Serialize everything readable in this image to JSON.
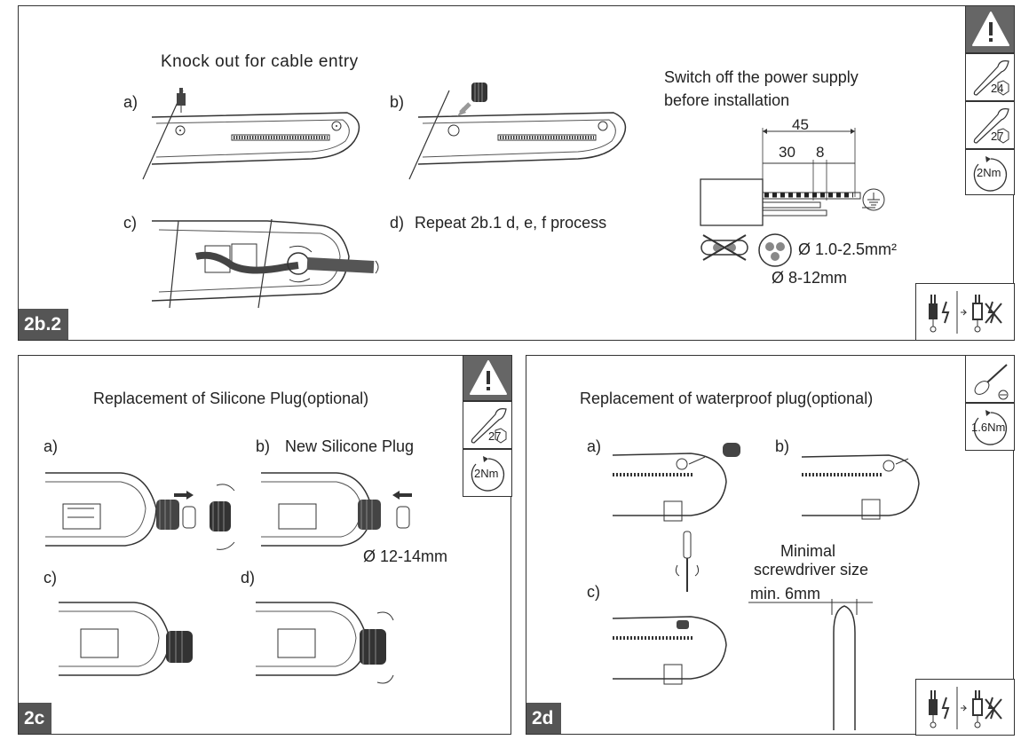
{
  "panels": {
    "p1": {
      "tag": "2b.2",
      "title": "Knock out for cable entry",
      "label_a": "a)",
      "label_b": "b)",
      "label_c": "c)",
      "label_d": "d)",
      "step_d": "Repeat 2b.1 d, e, f process",
      "warning_line1": "Switch off the power supply",
      "warning_line2": "before installation",
      "dim_total": "45",
      "dim_a": "30",
      "dim_b": "8",
      "wire_section": "Ø 1.0-2.5mm²",
      "cable_diameter": "Ø 8-12mm",
      "wrench1": "24",
      "wrench2": "27",
      "torque": "2Nm"
    },
    "p2": {
      "tag": "2c",
      "title": "Replacement of Silicone Plug(optional)",
      "label_a": "a)",
      "label_b": "b)",
      "new_plug": "New Silicone Plug",
      "label_c": "c)",
      "label_d": "d)",
      "plug_diameter": "Ø 12-14mm",
      "wrench": "27",
      "torque": "2Nm"
    },
    "p3": {
      "tag": "2d",
      "title": "Replacement of waterproof plug(optional)",
      "label_a": "a)",
      "label_b": "b)",
      "label_c": "c)",
      "screwdriver_line1": "Minimal",
      "screwdriver_line2": "screwdriver size",
      "min_size": "min. 6mm",
      "torque": "1.6Nm"
    }
  },
  "icons": [
    "warning-icon",
    "wrench-icon",
    "torque-icon",
    "power-off-icon",
    "screwdriver-icon"
  ],
  "colors": {
    "tag_bg": "#555555",
    "line": "#333333",
    "icon_bg": "#666666"
  }
}
